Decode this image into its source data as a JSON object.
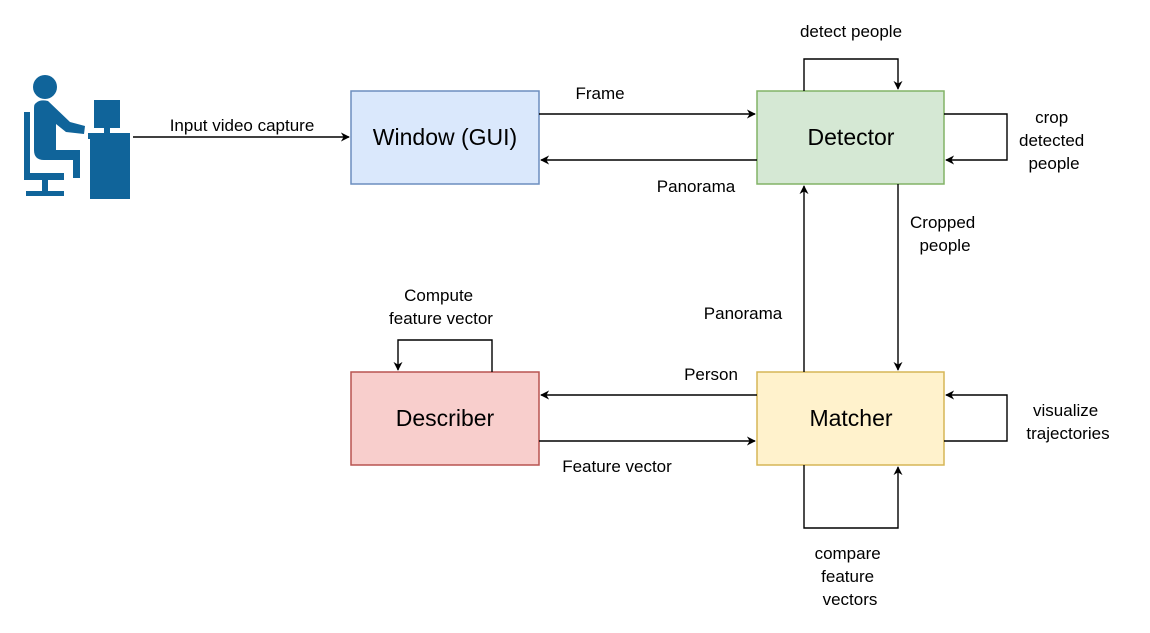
{
  "nodes": {
    "window": {
      "label": "Window (GUI)",
      "fill": "#dae8fc",
      "stroke": "#6c8ebf"
    },
    "detector": {
      "label": "Detector",
      "fill": "#d5e8d4",
      "stroke": "#82b366"
    },
    "describer": {
      "label": "Describer",
      "fill": "#f8cecc",
      "stroke": "#b85450"
    },
    "matcher": {
      "label": "Matcher",
      "fill": "#fff2cc",
      "stroke": "#d6b656"
    }
  },
  "user": {
    "icon": "user-at-computer-icon",
    "color": "#10649a"
  },
  "edges": {
    "input_video_capture": "Input video capture",
    "frame": "Frame",
    "panorama_to_window": "Panorama",
    "detect_people": "detect people",
    "crop_detected_people": [
      "crop",
      "detected",
      "people"
    ],
    "cropped_people": [
      "Cropped",
      "people"
    ],
    "panorama_to_detector": "Panorama",
    "compute_feature_vector": [
      "Compute",
      "feature vector"
    ],
    "person": "Person",
    "feature_vector": "Feature vector",
    "visualize_trajectories": [
      "visualize",
      "trajectories"
    ],
    "compare_feature_vectors": [
      "compare",
      "feature",
      "vectors"
    ]
  }
}
